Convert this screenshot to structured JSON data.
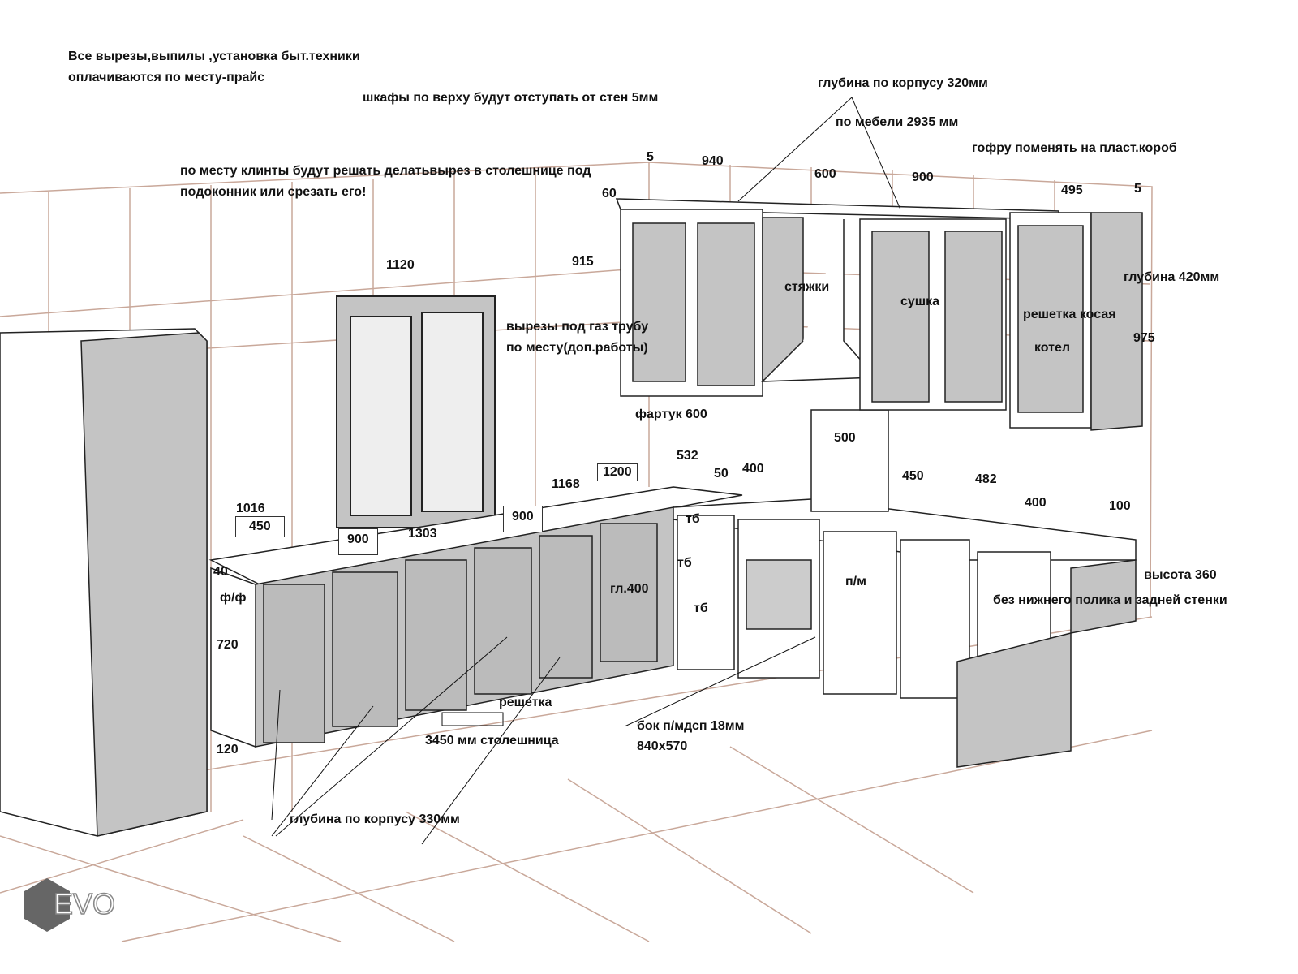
{
  "notes": {
    "n1": "Все вырезы,выпилы ,установка быт.техники",
    "n2": "оплачиваются по месту-прайс",
    "n3": "шкафы по верху будут  отступать от стен 5мм",
    "n4": "по месту клинты будут решать делатьвырез в столешнице под",
    "n5": "подоконник или срезать его!",
    "n6": "глубина по корпусу 320мм",
    "n7": "по мебели 2",
    "n7b": "935  мм",
    "n8": "гофру поменять на пласт.короб",
    "n9": "глубина 420мм",
    "n10": "вырезы под газ трубу",
    "n11": "по месту(доп.работы)",
    "n12": "фартук 600",
    "n13": "стяжки",
    "n14": "сушка",
    "n15": "решетка косая",
    "n16": "котел",
    "n17": "высота 360",
    "n18": "без нижнего полика и задней стенки",
    "n19": "решетка",
    "n20": "3450 мм столешница",
    "n21": "бок п/мдсп 18мм",
    "n22": "840х570",
    "n23": "глубина по корпусу 330мм",
    "n24": "гл.400",
    "n25": "ф/ф",
    "n26": "п/м",
    "n27": "тб",
    "n28": "тб",
    "n29": "тб"
  },
  "dims": {
    "d5a": "5",
    "d940": "940",
    "d600": "600",
    "d900a": "900",
    "d495": "495",
    "d5b": "5",
    "d60": "60",
    "d1120": "1120",
    "d915": "915",
    "d975": "975",
    "d532": "532",
    "d50": "50",
    "d400a": "400",
    "d500": "500",
    "d450a": "450",
    "d482": "482",
    "d400b": "400",
    "d100": "100",
    "d1200": "1200",
    "d1168": "1168",
    "d1016": "1016",
    "d450b": "450",
    "d900b": "900",
    "d1303": "1303",
    "d900c": "900",
    "d40": "40",
    "d720": "720",
    "d120": "120"
  },
  "logo": "EVO",
  "colors": {
    "wall_grid": "#c9a89a",
    "panel": "#c4c4c4",
    "line": "#222222"
  }
}
